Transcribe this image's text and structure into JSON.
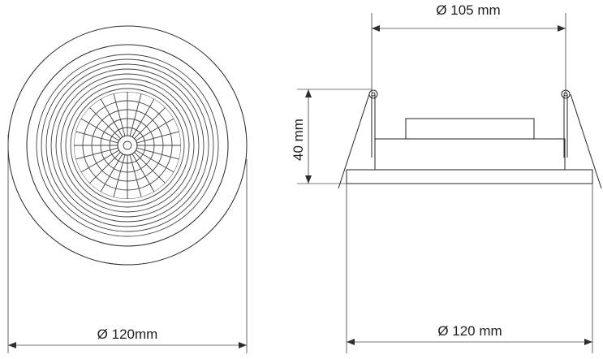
{
  "dimensions": {
    "top_width": "Ø 105 mm",
    "height": "40 mm",
    "front_diameter": "Ø 120mm",
    "side_diameter": "Ø 120 mm"
  }
}
